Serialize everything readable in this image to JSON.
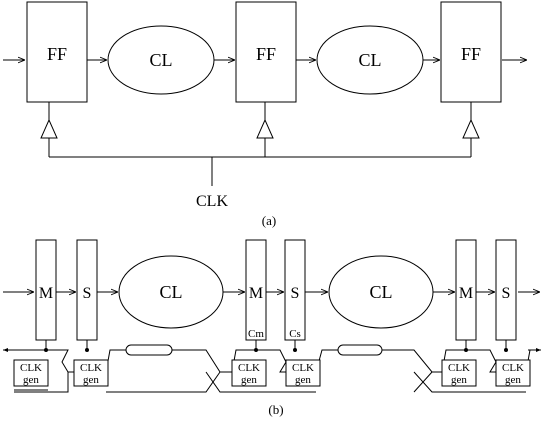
{
  "figure_a": {
    "flipflops": [
      {
        "label": "FF"
      },
      {
        "label": "FF"
      },
      {
        "label": "FF"
      }
    ],
    "logic_blocks": [
      {
        "label": "CL"
      },
      {
        "label": "CL"
      }
    ],
    "clock_label": "CLK",
    "caption": "(a)"
  },
  "figure_b": {
    "latches": [
      {
        "label": "M",
        "sub_label": ""
      },
      {
        "label": "S",
        "sub_label": ""
      },
      {
        "label": "M",
        "sub_label": "Cm"
      },
      {
        "label": "S",
        "sub_label": "Cs"
      },
      {
        "label": "M",
        "sub_label": ""
      },
      {
        "label": "S",
        "sub_label": ""
      }
    ],
    "logic_blocks": [
      {
        "label": "CL"
      },
      {
        "label": "CL"
      }
    ],
    "clock_generators": [
      {
        "line1": "CLK",
        "line2": "gen"
      },
      {
        "line1": "CLK",
        "line2": "gen"
      },
      {
        "line1": "CLK",
        "line2": "gen"
      },
      {
        "line1": "CLK",
        "line2": "gen"
      },
      {
        "line1": "CLK",
        "line2": "gen"
      },
      {
        "line1": "CLK",
        "line2": "gen"
      }
    ],
    "caption": "(b)"
  }
}
